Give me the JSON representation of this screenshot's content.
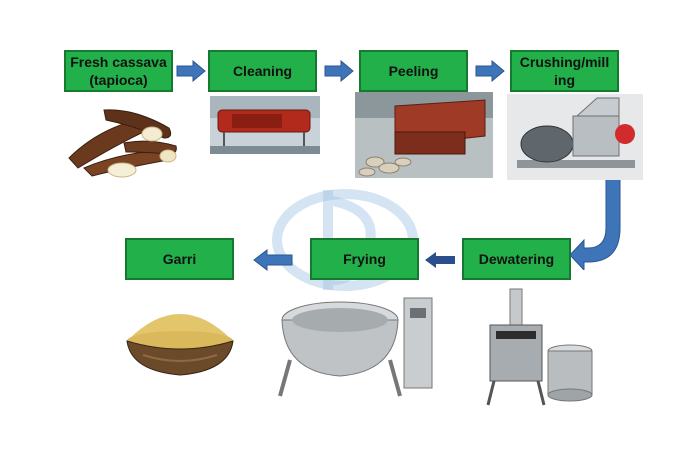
{
  "steps": [
    {
      "key": "fresh",
      "label": "Fresh cassava (tapioca)"
    },
    {
      "key": "cleaning",
      "label": "Cleaning"
    },
    {
      "key": "peeling",
      "label": "Peeling"
    },
    {
      "key": "crushing",
      "label": "Crushing/milling"
    },
    {
      "key": "dewatering",
      "label": "Dewatering"
    },
    {
      "key": "frying",
      "label": "Frying"
    },
    {
      "key": "garri",
      "label": "Garri"
    }
  ],
  "colors": {
    "box_fill": "#22b04a",
    "box_border": "#157a30",
    "arrow_fill": "#3e74b8",
    "watermark": "#9fc3e3"
  },
  "icons": [
    "cassava-roots-image",
    "cleaning-machine-image",
    "peeling-machine-image",
    "crusher-machine-image",
    "dewatering-press-image",
    "frying-pan-image",
    "garri-bowl-image",
    "right-arrow-icon",
    "left-arrow-icon",
    "curved-down-arrow-icon"
  ]
}
